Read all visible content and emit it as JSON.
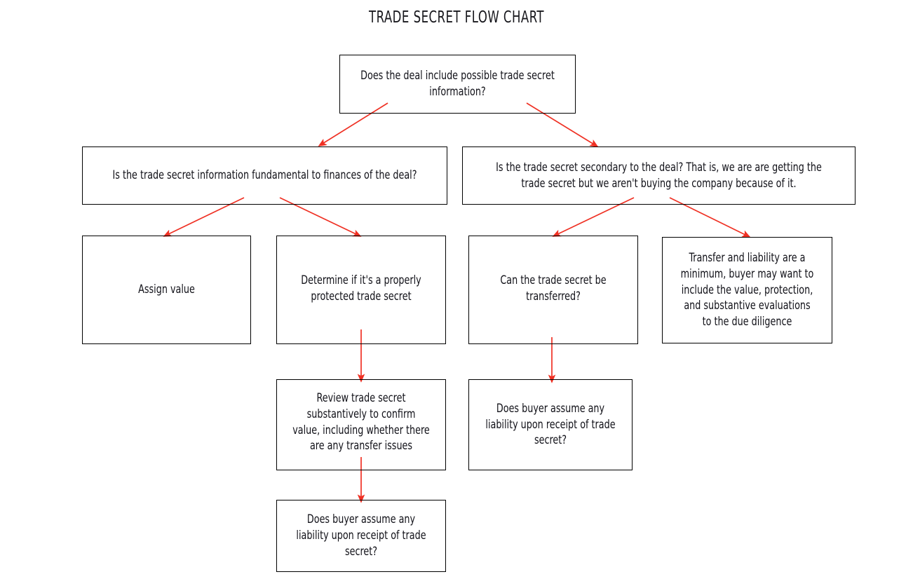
{
  "page": {
    "title": "TRADE SECRET FLOW CHART",
    "background_color": "#ffffff",
    "box_border_color": "#000000",
    "arrow_color": "#ef3124",
    "text_color": "#111118"
  },
  "nodes": {
    "root": "Does the deal include possible trade secret information?",
    "branch_left": "Is the trade secret information fundamental to finances of the deal?",
    "branch_right": "Is the trade secret secondary to the deal? That is, we are are getting the trade secret but we aren't buying the company because of it.",
    "assign_value": "Assign value",
    "determine_protected": "Determine if it's a properly protected trade secret",
    "can_transfer": "Can the trade secret be transferred?",
    "transfer_liability_minimum": "Transfer and liability are a minimum, buyer may want to include the value, protection, and substantive evaluations to the due diligence",
    "review_substantively": "Review trade secret substantively to confirm value, including whether there are any transfer issues",
    "buyer_liability_middle": "Does buyer assume any liability upon receipt of trade secret?",
    "buyer_liability_bottom": "Does buyer assume any liability upon receipt of trade secret?"
  },
  "edges": [
    {
      "name": "root-to-branch-left",
      "from": "root",
      "to": "branch_left",
      "style": "diagonal-arrow"
    },
    {
      "name": "root-to-branch-right",
      "from": "root",
      "to": "branch_right",
      "style": "diagonal-arrow"
    },
    {
      "name": "branch-left-to-assign-value",
      "from": "branch_left",
      "to": "assign_value",
      "style": "diagonal-arrow"
    },
    {
      "name": "branch-left-to-determine-protected",
      "from": "branch_left",
      "to": "determine_protected",
      "style": "diagonal-arrow"
    },
    {
      "name": "branch-right-to-can-transfer",
      "from": "branch_right",
      "to": "can_transfer",
      "style": "diagonal-arrow"
    },
    {
      "name": "branch-right-to-transfer-liability",
      "from": "branch_right",
      "to": "transfer_liability_minimum",
      "style": "diagonal-arrow"
    },
    {
      "name": "determine-to-review",
      "from": "determine_protected",
      "to": "review_substantively",
      "style": "vertical-arrow"
    },
    {
      "name": "can-transfer-to-buyer-liability",
      "from": "can_transfer",
      "to": "buyer_liability_middle",
      "style": "vertical-arrow"
    },
    {
      "name": "review-to-buyer-liability",
      "from": "review_substantively",
      "to": "buyer_liability_bottom",
      "style": "vertical-arrow"
    }
  ],
  "chart_data": {
    "type": "diagram",
    "diagram_type": "flowchart",
    "title": "TRADE SECRET FLOW CHART",
    "levels": [
      [
        "Does the deal include possible trade secret information?"
      ],
      [
        "Is the trade secret information fundamental to finances of the deal?",
        "Is the trade secret secondary to the deal? That is, we are are getting the trade secret but we aren't buying the company because of it."
      ],
      [
        "Assign value",
        "Determine if it's a properly protected trade secret",
        "Can the trade secret be transferred?",
        "Transfer and liability are a minimum, buyer may want to include the value, protection, and substantive evaluations to the due diligence"
      ],
      [
        "Review trade secret substantively to confirm value, including whether there are any transfer issues",
        "Does buyer assume any liability upon receipt of trade secret?"
      ],
      [
        "Does buyer assume any liability upon receipt of trade secret?"
      ]
    ]
  }
}
